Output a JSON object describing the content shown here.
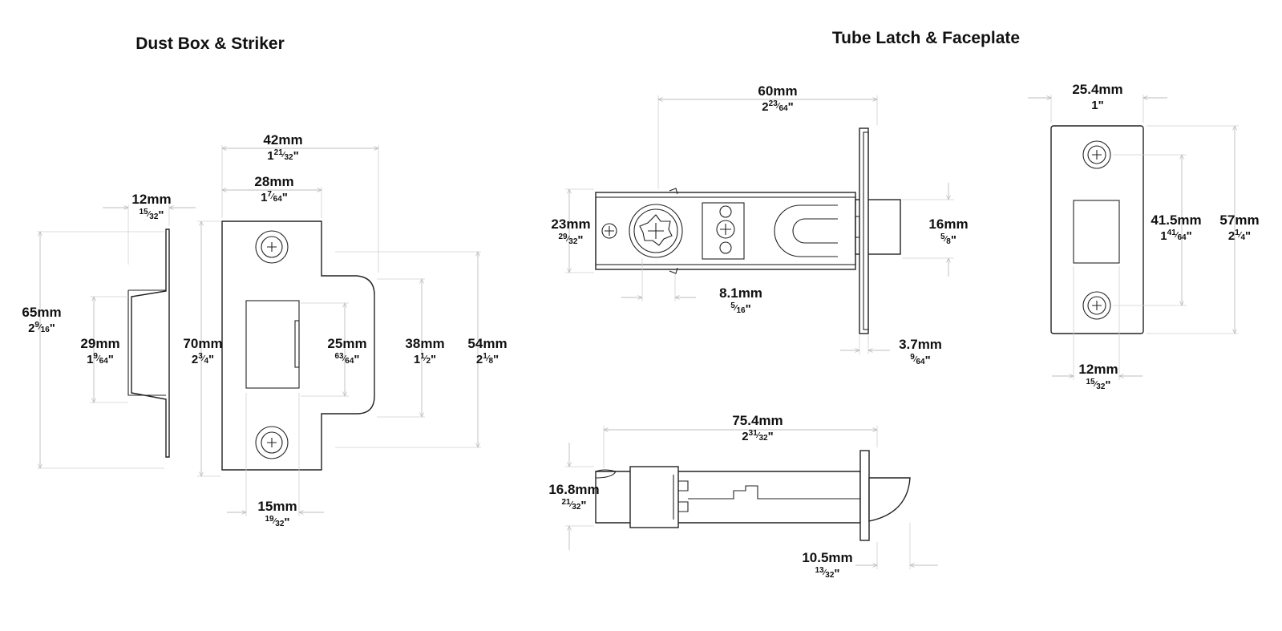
{
  "titles": {
    "left": "Dust Box & Striker",
    "right": "Tube Latch & Faceplate"
  },
  "dims": {
    "d42": {
      "mm": "42mm",
      "whole": "1",
      "num": "21",
      "den": "32",
      "suffix": "\""
    },
    "d28": {
      "mm": "28mm",
      "whole": "1",
      "num": "7",
      "den": "64",
      "suffix": "\""
    },
    "d12a": {
      "mm": "12mm",
      "whole": "",
      "num": "15",
      "den": "32",
      "suffix": "\""
    },
    "d65": {
      "mm": "65mm",
      "whole": "2",
      "num": "9",
      "den": "16",
      "suffix": "\""
    },
    "d29": {
      "mm": "29mm",
      "whole": "1",
      "num": "9",
      "den": "64",
      "suffix": "\""
    },
    "d70": {
      "mm": "70mm",
      "whole": "2",
      "num": "3",
      "den": "4",
      "suffix": "\""
    },
    "d25": {
      "mm": "25mm",
      "whole": "",
      "num": "63",
      "den": "64",
      "suffix": "\""
    },
    "d38": {
      "mm": "38mm",
      "whole": "1",
      "num": "1",
      "den": "2",
      "suffix": "\""
    },
    "d54": {
      "mm": "54mm",
      "whole": "2",
      "num": "1",
      "den": "8",
      "suffix": "\""
    },
    "d15": {
      "mm": "15mm",
      "whole": "",
      "num": "19",
      "den": "32",
      "suffix": "\""
    },
    "d60": {
      "mm": "60mm",
      "whole": "2",
      "num": "23",
      "den": "64",
      "suffix": "\""
    },
    "d23": {
      "mm": "23mm",
      "whole": "",
      "num": "29",
      "den": "32",
      "suffix": "\""
    },
    "d16": {
      "mm": "16mm",
      "whole": "",
      "num": "5",
      "den": "8",
      "suffix": "\""
    },
    "d81": {
      "mm": "8.1mm",
      "whole": "",
      "num": "5",
      "den": "16",
      "suffix": "\""
    },
    "d37": {
      "mm": "3.7mm",
      "whole": "",
      "num": "9",
      "den": "64",
      "suffix": "\""
    },
    "d254": {
      "mm": "25.4mm",
      "whole": "1",
      "num": "",
      "den": "",
      "suffix": "\""
    },
    "d415": {
      "mm": "41.5mm",
      "whole": "1",
      "num": "41",
      "den": "64",
      "suffix": "\""
    },
    "d57": {
      "mm": "57mm",
      "whole": "2",
      "num": "1",
      "den": "4",
      "suffix": "\""
    },
    "d12b": {
      "mm": "12mm",
      "whole": "",
      "num": "15",
      "den": "32",
      "suffix": "\""
    },
    "d754": {
      "mm": "75.4mm",
      "whole": "2",
      "num": "31",
      "den": "32",
      "suffix": "\""
    },
    "d168": {
      "mm": "16.8mm",
      "whole": "",
      "num": "21",
      "den": "32",
      "suffix": "\""
    },
    "d105": {
      "mm": "10.5mm",
      "whole": "",
      "num": "13",
      "den": "32",
      "suffix": "\""
    }
  }
}
